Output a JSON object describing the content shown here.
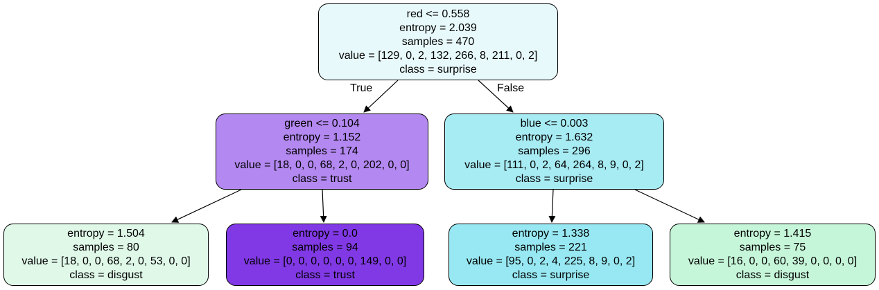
{
  "edges": {
    "true_label": "True",
    "false_label": "False"
  },
  "nodes": {
    "root": {
      "color": "#e8f9fb",
      "lines": [
        "red <= 0.558",
        "entropy = 2.039",
        "samples = 470",
        "value = [129, 0, 2, 132, 266, 8, 211, 0, 2]",
        "class = surprise"
      ]
    },
    "left": {
      "color": "#b388f0",
      "lines": [
        "green <= 0.104",
        "entropy = 1.152",
        "samples = 174",
        "value = [18, 0, 0, 68, 2, 0, 202, 0, 0]",
        "class = trust"
      ]
    },
    "right": {
      "color": "#a7ebf3",
      "lines": [
        "blue <= 0.003",
        "entropy = 1.632",
        "samples = 296",
        "value = [111, 0, 2, 64, 264, 8, 9, 0, 2]",
        "class = surprise"
      ]
    },
    "left_left": {
      "color": "#dff8e8",
      "lines": [
        "entropy = 1.504",
        "samples = 80",
        "value = [18, 0, 0, 68, 2, 0, 53, 0, 0]",
        "class = disgust"
      ]
    },
    "left_right": {
      "color": "#8139e5",
      "lines": [
        "entropy = 0.0",
        "samples = 94",
        "value = [0, 0, 0, 0, 0, 0, 149, 0, 0]",
        "class = trust"
      ]
    },
    "right_left": {
      "color": "#97e8f2",
      "lines": [
        "entropy = 1.338",
        "samples = 221",
        "value = [95, 0, 2, 4, 225, 8, 9, 0, 2]",
        "class = surprise"
      ]
    },
    "right_right": {
      "color": "#c6f6d9",
      "lines": [
        "entropy = 1.415",
        "samples = 75",
        "value = [16, 0, 0, 60, 39, 0, 0, 0, 0]",
        "class = disgust"
      ]
    }
  }
}
